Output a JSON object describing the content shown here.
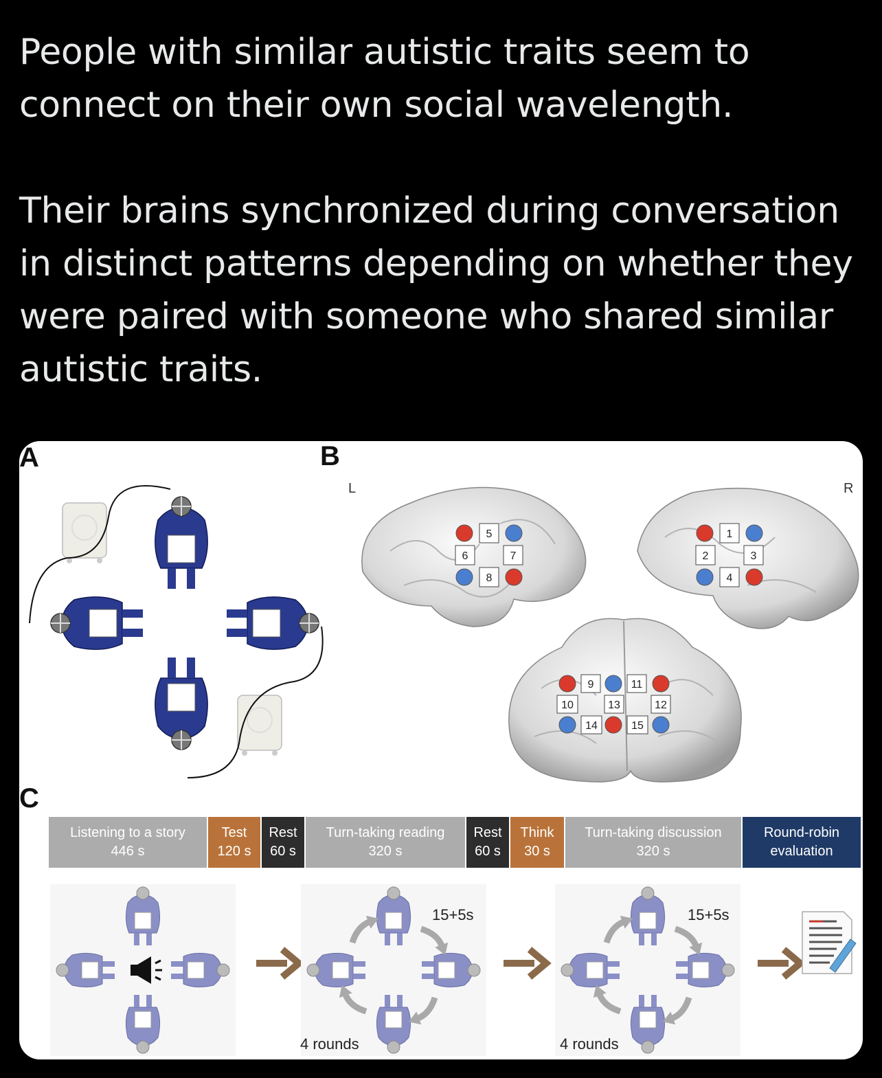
{
  "tweet": {
    "paragraph_1": "People with similar autistic traits seem to connect on their own social wavelength.",
    "paragraph_2": "Their brains synchronized during conversation in distinct patterns depending on whether they were paired with someone who shared similar autistic traits."
  },
  "figure": {
    "panel_a_label": "A",
    "panel_b_label": "B",
    "panel_c_label": "C",
    "hemisphere_left_label": "L",
    "hemisphere_right_label": "R",
    "channels": [
      "1",
      "2",
      "3",
      "4",
      "5",
      "6",
      "7",
      "8",
      "9",
      "10",
      "11",
      "12",
      "13",
      "14",
      "15"
    ],
    "phases": [
      {
        "name": "Listening to a story",
        "duration": "446 s",
        "style": "gray"
      },
      {
        "name": "Test",
        "duration": "120 s",
        "style": "orange"
      },
      {
        "name": "Rest",
        "duration": "60 s",
        "style": "dark"
      },
      {
        "name": "Turn-taking reading",
        "duration": "320 s",
        "style": "gray"
      },
      {
        "name": "Rest",
        "duration": "60 s",
        "style": "dark"
      },
      {
        "name": "Think",
        "duration": "30 s",
        "style": "orange"
      },
      {
        "name": "Turn-taking discussion",
        "duration": "320 s",
        "style": "gray"
      },
      {
        "name": "Round-robin",
        "duration": "evaluation",
        "style": "navy"
      }
    ],
    "turn_time_label_1": "15+5s",
    "turn_time_label_2": "15+5s",
    "rounds_label_1": "4 rounds",
    "rounds_label_2": "4 rounds",
    "colors": {
      "optode_red": "#d93a2b",
      "optode_blue": "#4a7fd0",
      "person_navy": "#2a3a8f",
      "person_light": "#8a8fc6",
      "arrow_brown": "#8a6a4a"
    }
  }
}
